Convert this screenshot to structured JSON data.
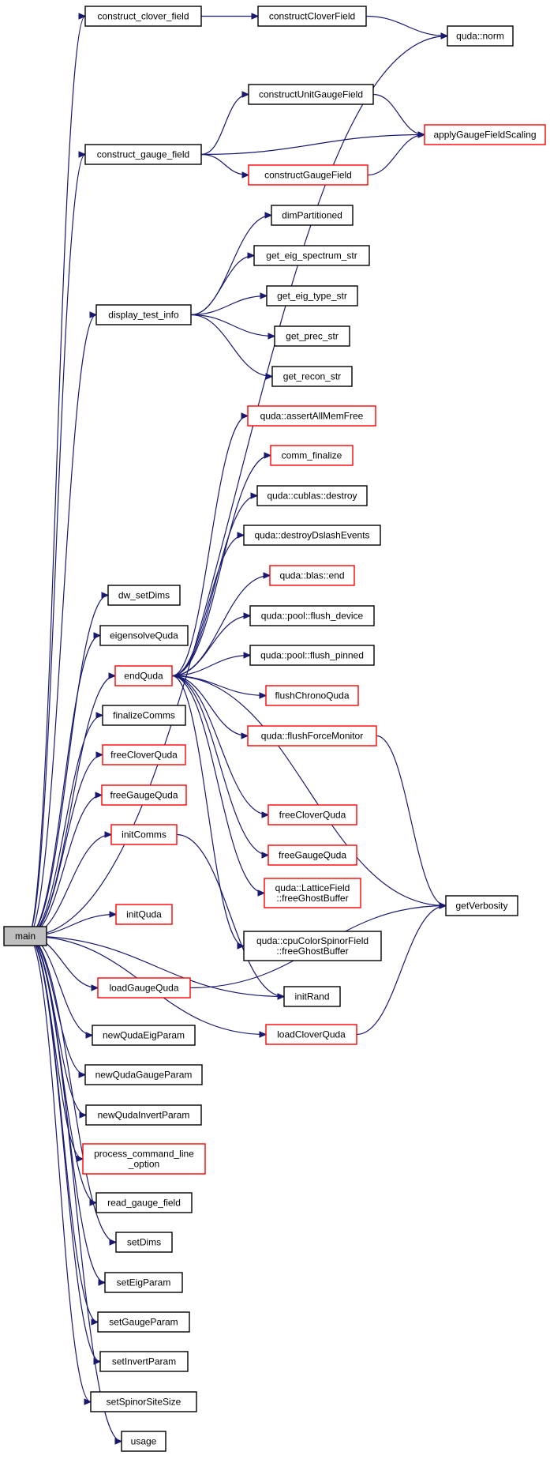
{
  "nodes": [
    {
      "id": "main",
      "lines": [
        "main"
      ],
      "style": "gray"
    },
    {
      "id": "construct_clover_field",
      "lines": [
        "construct_clover_field"
      ],
      "style": "black"
    },
    {
      "id": "constructCloverField",
      "lines": [
        "constructCloverField"
      ],
      "style": "black"
    },
    {
      "id": "quda_norm",
      "lines": [
        "quda::norm"
      ],
      "style": "black"
    },
    {
      "id": "constructUnitGaugeField",
      "lines": [
        "constructUnitGaugeField"
      ],
      "style": "black"
    },
    {
      "id": "applyGaugeFieldScaling",
      "lines": [
        "applyGaugeFieldScaling"
      ],
      "style": "red"
    },
    {
      "id": "construct_gauge_field",
      "lines": [
        "construct_gauge_field"
      ],
      "style": "black"
    },
    {
      "id": "constructGaugeField",
      "lines": [
        "constructGaugeField"
      ],
      "style": "red"
    },
    {
      "id": "dimPartitioned",
      "lines": [
        "dimPartitioned"
      ],
      "style": "black"
    },
    {
      "id": "get_eig_spectrum_str",
      "lines": [
        "get_eig_spectrum_str"
      ],
      "style": "black"
    },
    {
      "id": "get_eig_type_str",
      "lines": [
        "get_eig_type_str"
      ],
      "style": "black"
    },
    {
      "id": "display_test_info",
      "lines": [
        "display_test_info"
      ],
      "style": "black"
    },
    {
      "id": "get_prec_str",
      "lines": [
        "get_prec_str"
      ],
      "style": "black"
    },
    {
      "id": "get_recon_str",
      "lines": [
        "get_recon_str"
      ],
      "style": "black"
    },
    {
      "id": "assertAllMemFree",
      "lines": [
        "quda::assertAllMemFree"
      ],
      "style": "red"
    },
    {
      "id": "comm_finalize",
      "lines": [
        "comm_finalize"
      ],
      "style": "red"
    },
    {
      "id": "cublas_destroy",
      "lines": [
        "quda::cublas::destroy"
      ],
      "style": "black"
    },
    {
      "id": "destroyDslashEvents",
      "lines": [
        "quda::destroyDslashEvents"
      ],
      "style": "black"
    },
    {
      "id": "blas_end",
      "lines": [
        "quda::blas::end"
      ],
      "style": "red"
    },
    {
      "id": "flush_device",
      "lines": [
        "quda::pool::flush_device"
      ],
      "style": "black"
    },
    {
      "id": "dw_setDims",
      "lines": [
        "dw_setDims"
      ],
      "style": "black"
    },
    {
      "id": "flush_pinned",
      "lines": [
        "quda::pool::flush_pinned"
      ],
      "style": "black"
    },
    {
      "id": "eigensolveQuda",
      "lines": [
        "eigensolveQuda"
      ],
      "style": "black"
    },
    {
      "id": "endQuda",
      "lines": [
        "endQuda"
      ],
      "style": "red"
    },
    {
      "id": "flushChronoQuda",
      "lines": [
        "flushChronoQuda"
      ],
      "style": "red"
    },
    {
      "id": "finalizeComms",
      "lines": [
        "finalizeComms"
      ],
      "style": "black"
    },
    {
      "id": "flushForceMonitor",
      "lines": [
        "quda::flushForceMonitor"
      ],
      "style": "red"
    },
    {
      "id": "freeCloverQuda_l",
      "lines": [
        "freeCloverQuda"
      ],
      "style": "red"
    },
    {
      "id": "freeGaugeQuda_l",
      "lines": [
        "freeGaugeQuda"
      ],
      "style": "red"
    },
    {
      "id": "freeCloverQuda_r",
      "lines": [
        "freeCloverQuda"
      ],
      "style": "red"
    },
    {
      "id": "initComms",
      "lines": [
        "initComms"
      ],
      "style": "red"
    },
    {
      "id": "freeGaugeQuda_r",
      "lines": [
        "freeGaugeQuda"
      ],
      "style": "red"
    },
    {
      "id": "latticeFreeGhost",
      "lines": [
        "quda::LatticeField",
        "::freeGhostBuffer"
      ],
      "style": "red"
    },
    {
      "id": "getVerbosity",
      "lines": [
        "getVerbosity"
      ],
      "style": "black"
    },
    {
      "id": "initQuda",
      "lines": [
        "initQuda"
      ],
      "style": "red"
    },
    {
      "id": "cpuFreeGhost",
      "lines": [
        "quda::cpuColorSpinorField",
        "::freeGhostBuffer"
      ],
      "style": "black"
    },
    {
      "id": "initRand",
      "lines": [
        "initRand"
      ],
      "style": "black"
    },
    {
      "id": "loadGaugeQuda",
      "lines": [
        "loadGaugeQuda"
      ],
      "style": "red"
    },
    {
      "id": "loadCloverQuda",
      "lines": [
        "loadCloverQuda"
      ],
      "style": "red"
    },
    {
      "id": "newQudaEigParam",
      "lines": [
        "newQudaEigParam"
      ],
      "style": "black"
    },
    {
      "id": "newQudaGaugeParam",
      "lines": [
        "newQudaGaugeParam"
      ],
      "style": "black"
    },
    {
      "id": "newQudaInvertParam",
      "lines": [
        "newQudaInvertParam"
      ],
      "style": "black"
    },
    {
      "id": "process_command_line_option",
      "lines": [
        "process_command_line",
        "_option"
      ],
      "style": "red"
    },
    {
      "id": "read_gauge_field",
      "lines": [
        "read_gauge_field"
      ],
      "style": "black"
    },
    {
      "id": "setDims",
      "lines": [
        "setDims"
      ],
      "style": "black"
    },
    {
      "id": "setEigParam",
      "lines": [
        "setEigParam"
      ],
      "style": "black"
    },
    {
      "id": "setGaugeParam",
      "lines": [
        "setGaugeParam"
      ],
      "style": "black"
    },
    {
      "id": "setInvertParam",
      "lines": [
        "setInvertParam"
      ],
      "style": "black"
    },
    {
      "id": "setSpinorSiteSize",
      "lines": [
        "setSpinorSiteSize"
      ],
      "style": "black"
    },
    {
      "id": "usage",
      "lines": [
        "usage"
      ],
      "style": "black"
    }
  ],
  "edges": [
    [
      "main",
      "construct_clover_field"
    ],
    [
      "main",
      "quda_norm"
    ],
    [
      "main",
      "construct_gauge_field"
    ],
    [
      "main",
      "display_test_info"
    ],
    [
      "main",
      "dw_setDims"
    ],
    [
      "main",
      "eigensolveQuda"
    ],
    [
      "main",
      "endQuda"
    ],
    [
      "main",
      "finalizeComms"
    ],
    [
      "main",
      "freeCloverQuda_l"
    ],
    [
      "main",
      "freeGaugeQuda_l"
    ],
    [
      "main",
      "initComms"
    ],
    [
      "main",
      "initQuda"
    ],
    [
      "main",
      "initRand"
    ],
    [
      "main",
      "loadGaugeQuda"
    ],
    [
      "main",
      "loadCloverQuda"
    ],
    [
      "main",
      "newQudaEigParam"
    ],
    [
      "main",
      "newQudaGaugeParam"
    ],
    [
      "main",
      "newQudaInvertParam"
    ],
    [
      "main",
      "process_command_line_option"
    ],
    [
      "main",
      "read_gauge_field"
    ],
    [
      "main",
      "setDims"
    ],
    [
      "main",
      "setEigParam"
    ],
    [
      "main",
      "setGaugeParam"
    ],
    [
      "main",
      "setInvertParam"
    ],
    [
      "main",
      "setSpinorSiteSize"
    ],
    [
      "main",
      "usage"
    ],
    [
      "construct_clover_field",
      "constructCloverField"
    ],
    [
      "constructCloverField",
      "quda_norm"
    ],
    [
      "construct_gauge_field",
      "constructUnitGaugeField"
    ],
    [
      "construct_gauge_field",
      "applyGaugeFieldScaling"
    ],
    [
      "construct_gauge_field",
      "constructGaugeField"
    ],
    [
      "constructUnitGaugeField",
      "applyGaugeFieldScaling"
    ],
    [
      "constructGaugeField",
      "applyGaugeFieldScaling"
    ],
    [
      "display_test_info",
      "dimPartitioned"
    ],
    [
      "display_test_info",
      "get_eig_spectrum_str"
    ],
    [
      "display_test_info",
      "get_eig_type_str"
    ],
    [
      "display_test_info",
      "get_prec_str"
    ],
    [
      "display_test_info",
      "get_recon_str"
    ],
    [
      "endQuda",
      "assertAllMemFree"
    ],
    [
      "endQuda",
      "comm_finalize"
    ],
    [
      "endQuda",
      "cublas_destroy"
    ],
    [
      "endQuda",
      "destroyDslashEvents"
    ],
    [
      "endQuda",
      "blas_end"
    ],
    [
      "endQuda",
      "flush_device"
    ],
    [
      "endQuda",
      "flush_pinned"
    ],
    [
      "endQuda",
      "flushChronoQuda"
    ],
    [
      "endQuda",
      "flushForceMonitor"
    ],
    [
      "endQuda",
      "getVerbosity"
    ],
    [
      "endQuda",
      "freeCloverQuda_r"
    ],
    [
      "endQuda",
      "freeGaugeQuda_r"
    ],
    [
      "endQuda",
      "latticeFreeGhost"
    ],
    [
      "endQuda",
      "cpuFreeGhost"
    ],
    [
      "flushForceMonitor",
      "getVerbosity"
    ],
    [
      "initComms",
      "initRand"
    ],
    [
      "loadGaugeQuda",
      "getVerbosity"
    ],
    [
      "loadCloverQuda",
      "getVerbosity"
    ]
  ]
}
